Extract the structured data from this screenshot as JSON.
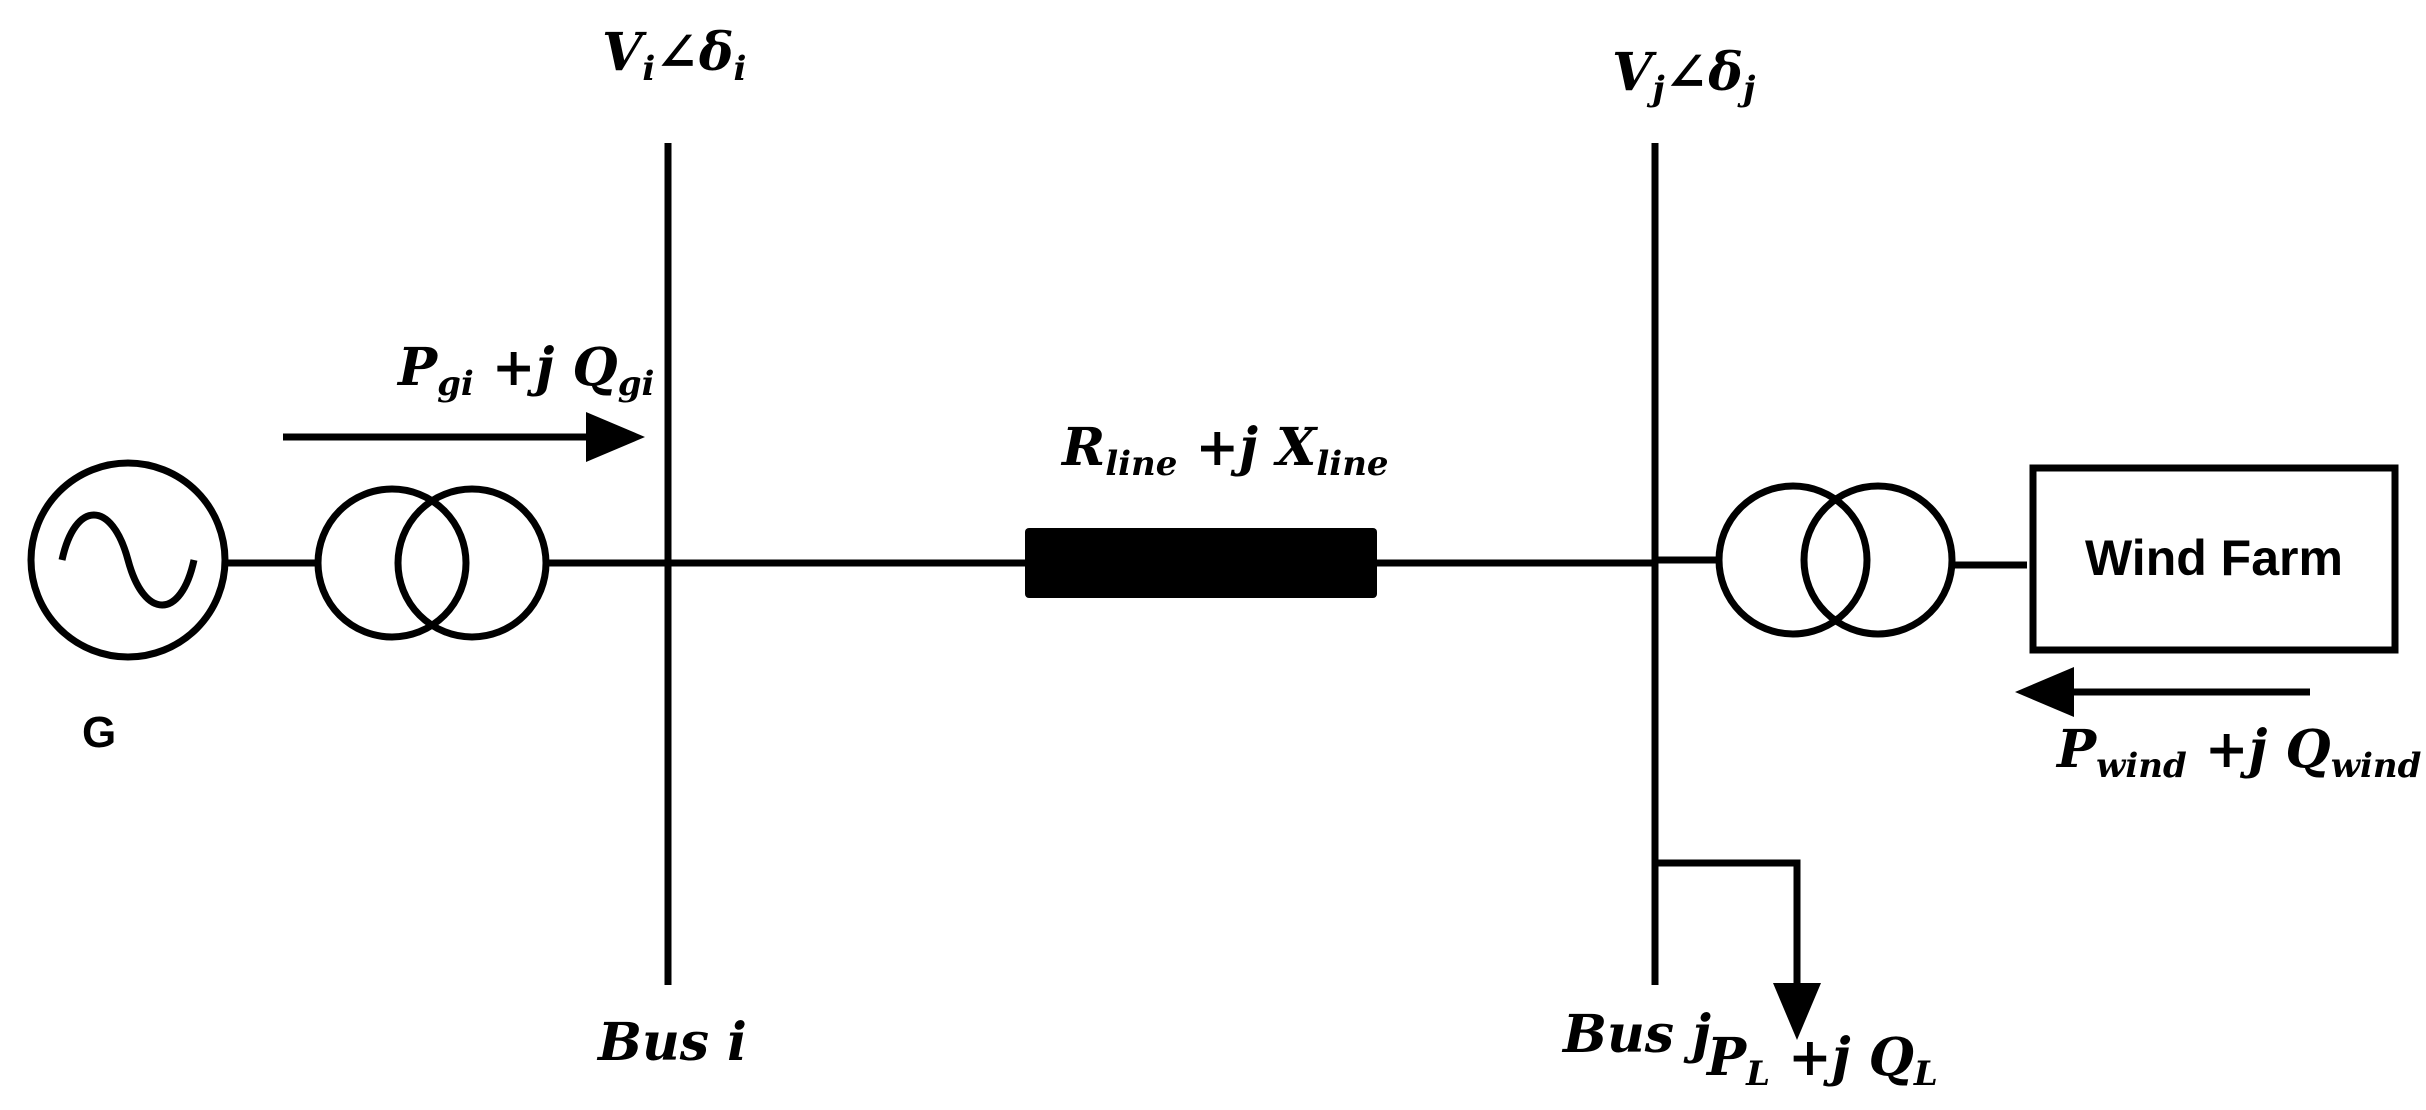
{
  "diagram": {
    "bus_i": {
      "voltage": {
        "main": "V",
        "sub1": "i",
        "angle": "∠",
        "delta": "δ",
        "sub2": "i"
      },
      "label": "Bus i"
    },
    "bus_j": {
      "voltage": {
        "main": "V",
        "sub1": "j",
        "angle": "∠",
        "delta": "δ",
        "sub2": "j"
      },
      "label": "Bus j"
    },
    "generator": {
      "label": "G"
    },
    "gen_power": {
      "p": "P",
      "p_sub": "gi",
      "mid": " +j ",
      "q": "Q",
      "q_sub": "gi"
    },
    "line_impedance": {
      "r": "R",
      "r_sub": "line",
      "mid": " +j ",
      "x": "X",
      "x_sub": "line"
    },
    "wind_farm": {
      "label": "Wind Farm"
    },
    "wind_power": {
      "p": "P",
      "p_sub": "wind",
      "mid": " +j ",
      "q": "Q",
      "q_sub": "wind"
    },
    "load_power": {
      "p": "P",
      "p_sub": "L",
      "mid": " +j ",
      "q": "Q",
      "q_sub": "L"
    }
  }
}
